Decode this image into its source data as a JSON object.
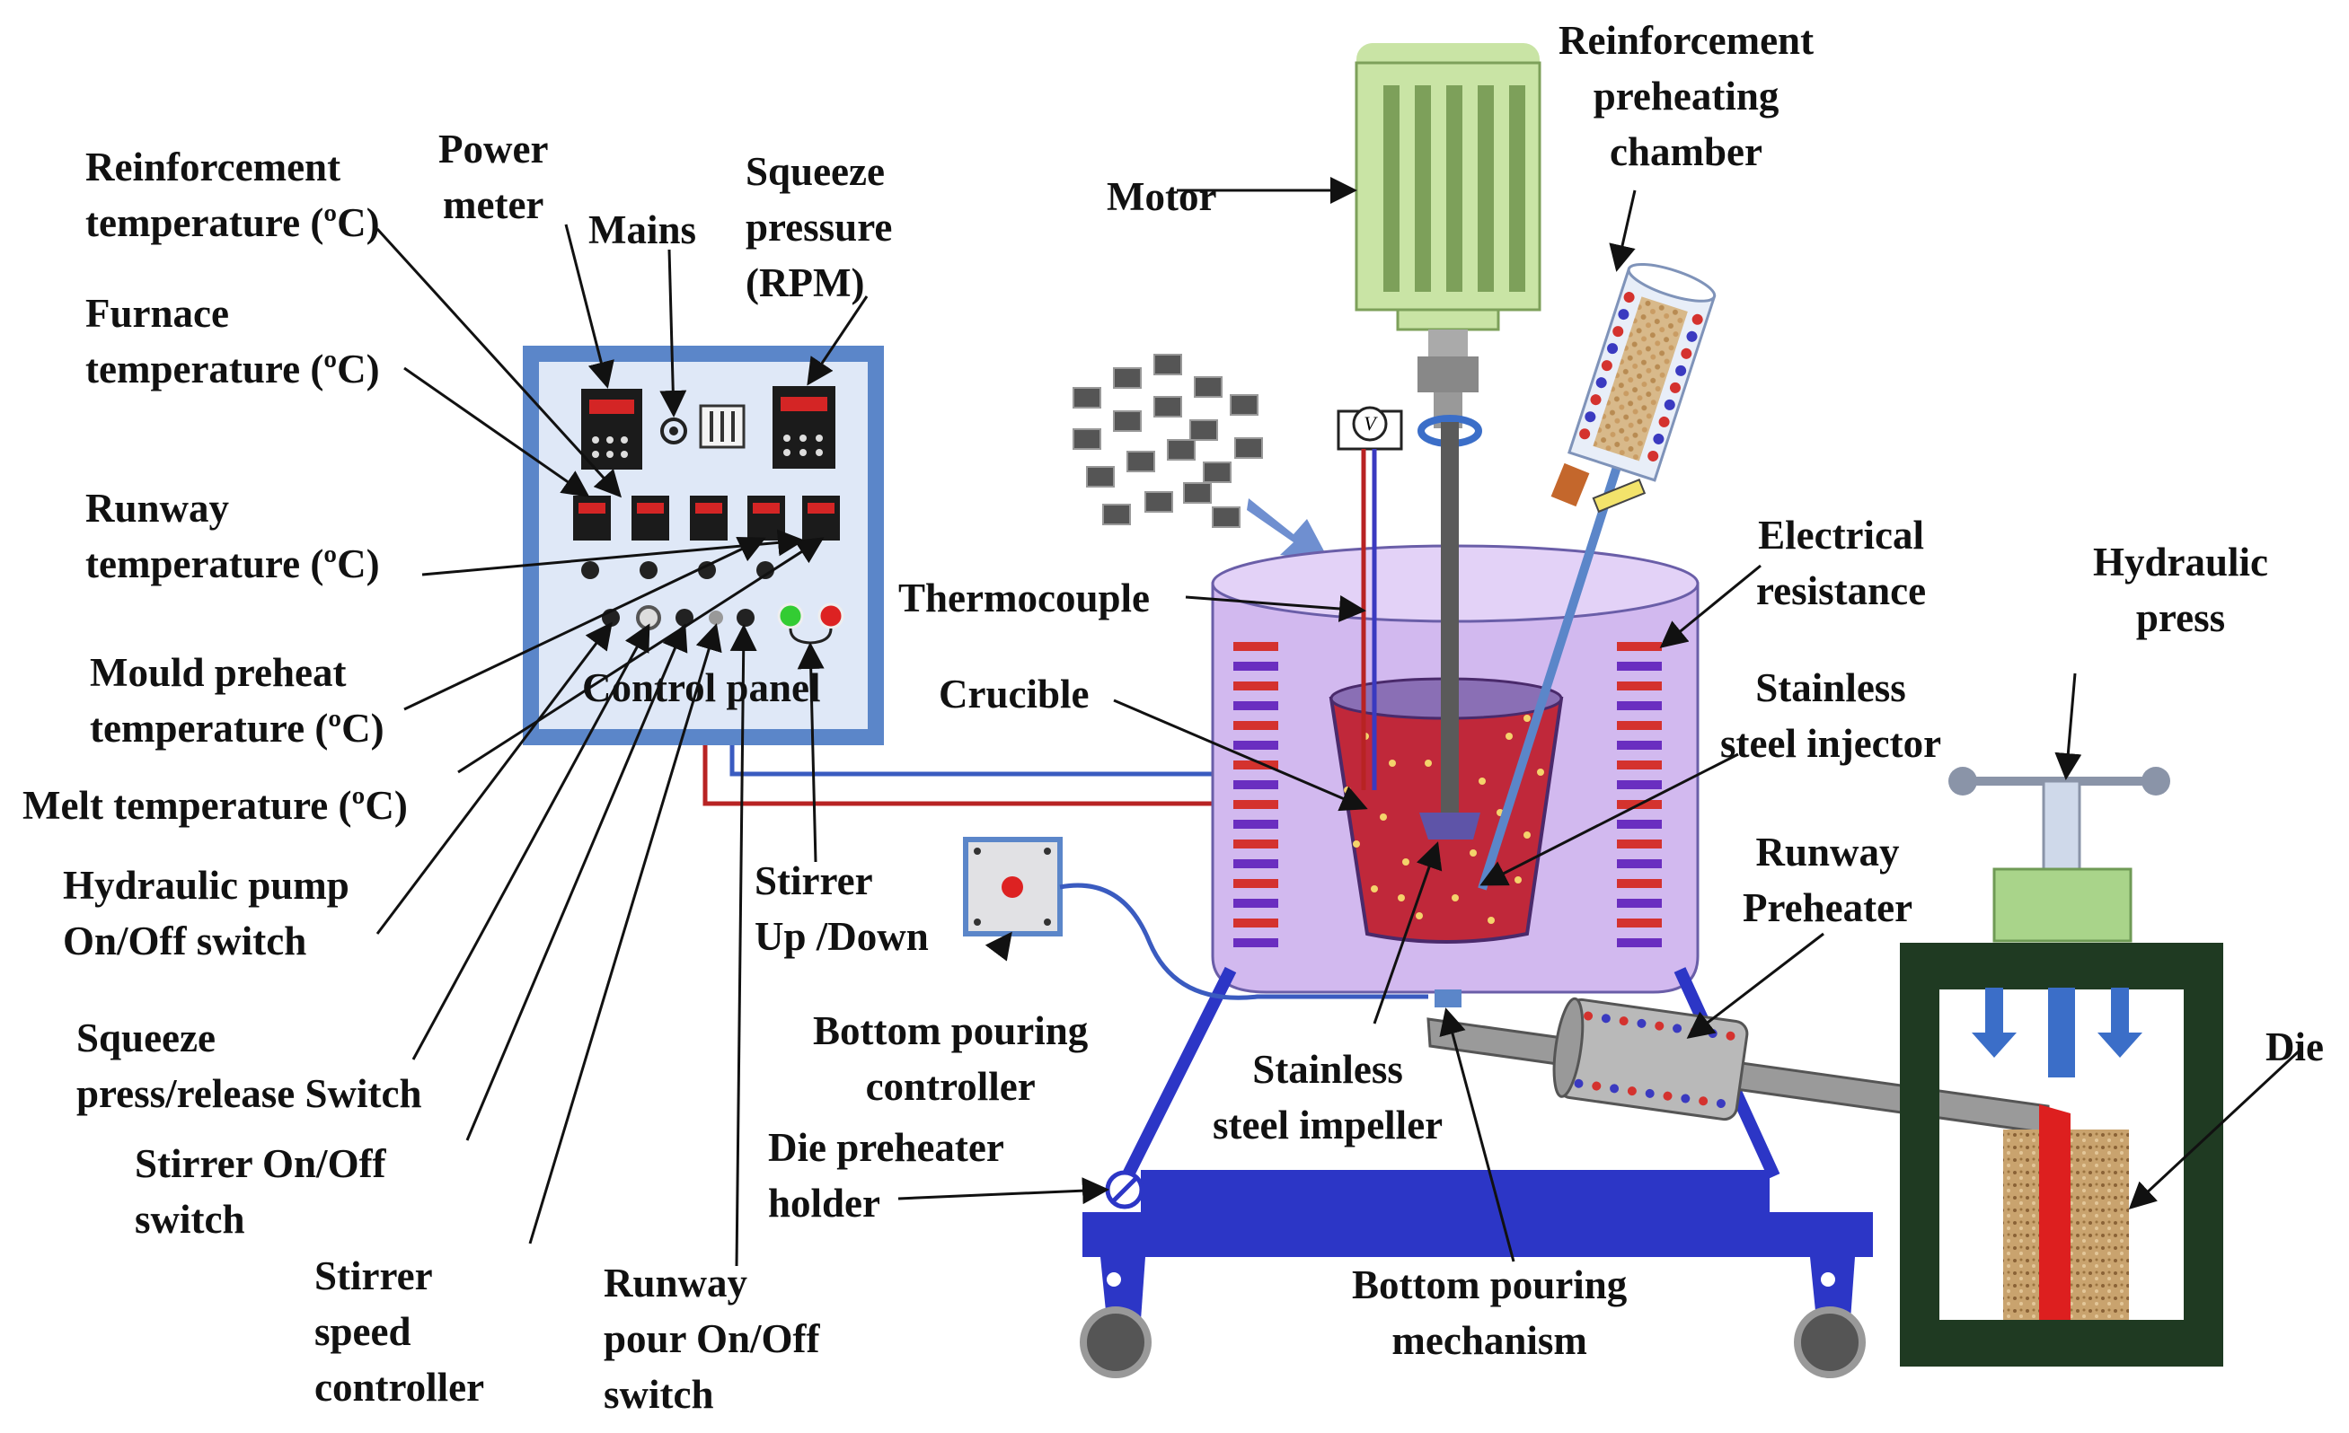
{
  "colors": {
    "motor_green": "#c9e4a5",
    "motor_dark": "#7da05a",
    "panel_blue": "#5b86c9",
    "panel_fill": "#dfe8f7",
    "vessel_lilac": "#d2b9ef",
    "melt_red": "#c0283a",
    "frame_blue": "#2c36c6",
    "press_dark": "#1f3a22",
    "leader": "#111111"
  },
  "labels": {
    "motor": "Motor",
    "reinforcement_chamber": "Reinforcement\npreheating\nchamber",
    "reinforcement_temp": "Reinforcement\ntemperature (ºC)",
    "power_meter": "Power\nmeter",
    "mains": "Mains",
    "squeeze_pressure": "Squeeze\npressure\n(RPM)",
    "furnace_temp": "Furnace\ntemperature (ºC)",
    "runway_temp": "Runway\ntemperature (ºC)",
    "mould_preheat_temp": "Mould preheat\ntemperature (ºC)",
    "melt_temp": "Melt temperature (ºC)",
    "hydraulic_pump": "Hydraulic pump\nOn/Off switch",
    "squeeze_switch": "Squeeze\npress/release Switch",
    "stirrer_onoff": "Stirrer On/Off\nswitch",
    "stirrer_speed": "Stirrer\nspeed\ncontroller",
    "runway_pour": "Runway\npour On/Off\nswitch",
    "stirrer_updown": "Stirrer\nUp /Down",
    "control_panel": "Control panel",
    "thermocouple": "Thermocouple",
    "crucible": "Crucible",
    "electrical_resistance": "Electrical\nresistance",
    "stainless_injector": "Stainless\nsteel injector",
    "hydraulic_press": "Hydraulic\npress",
    "runway_preheater": "Runway\nPreheater",
    "die": "Die",
    "bottom_pouring_controller": "Bottom pouring\ncontroller",
    "stainless_impeller": "Stainless\nsteel impeller",
    "die_preheater_holder": "Die preheater\nholder",
    "bottom_pouring_mechanism": "Bottom pouring\nmechanism",
    "voltmeter_symbol": "V"
  }
}
